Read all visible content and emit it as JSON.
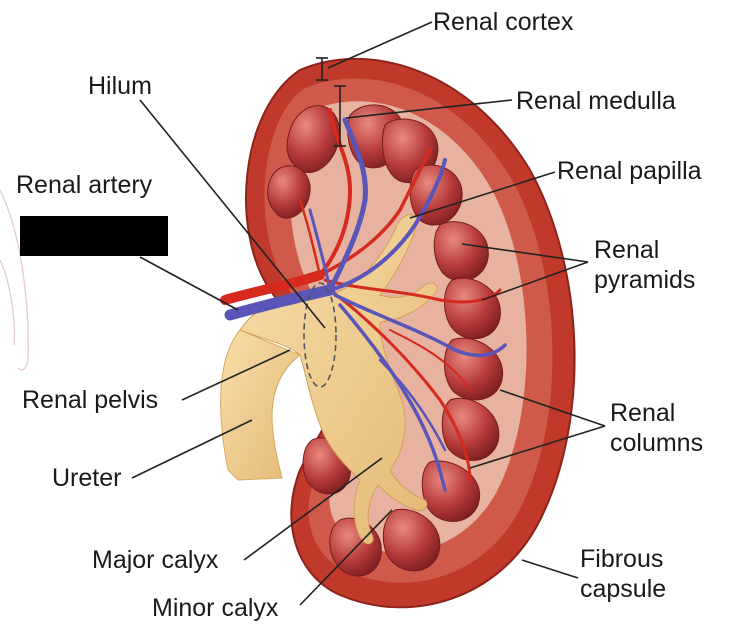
{
  "labels": {
    "renal_cortex": "Renal cortex",
    "hilum": "Hilum",
    "renal_medulla": "Renal medulla",
    "renal_artery": "Renal artery",
    "renal_papilla": "Renal papilla",
    "renal_pyramids": [
      "Renal",
      "pyramids"
    ],
    "renal_pelvis": "Renal pelvis",
    "renal_columns": [
      "Renal",
      "columns"
    ],
    "ureter": "Ureter",
    "major_calyx": "Major calyx",
    "fibrous_capsule": [
      "Fibrous",
      "capsule"
    ],
    "minor_calyx": "Minor calyx"
  },
  "colors": {
    "capsule": "#c0392b",
    "cortex": "#cf5a4a",
    "pyramid": "#b83a3a",
    "pelvis": "#f2cf95",
    "artery": "#d62a1e",
    "vein": "#5a55b8",
    "redaction": "#000000"
  }
}
